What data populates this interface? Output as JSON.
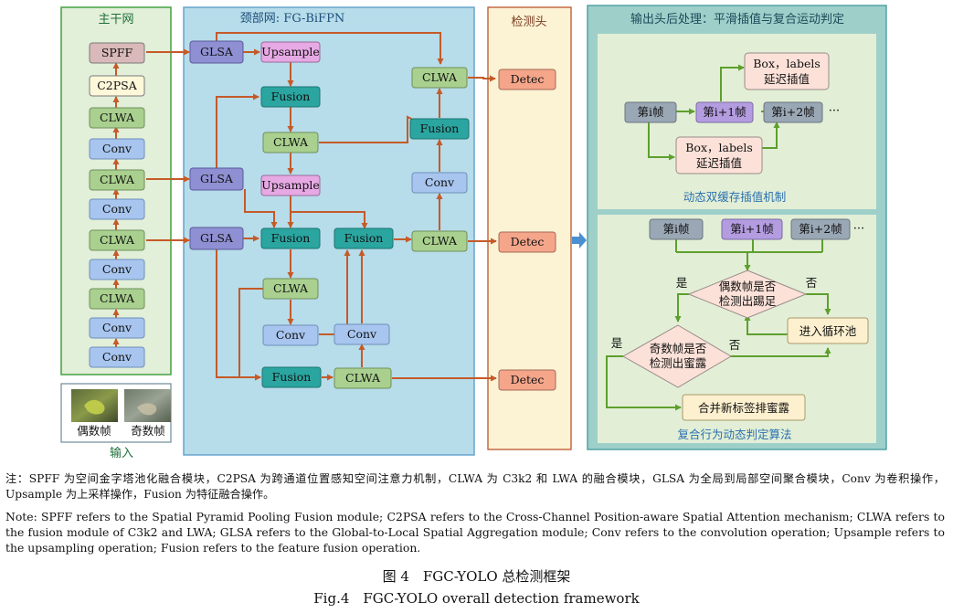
{
  "sections": {
    "backbone": "主干网",
    "neck": "颈部网: FG-BiFPN",
    "head": "检测头",
    "post": "输出头后处理：平滑插值与复合运动判定",
    "input": "输入"
  },
  "modules": {
    "spff": "SPFF",
    "c2psa": "C2PSA",
    "clwa": "CLWA",
    "conv": "Conv",
    "glsa": "GLSA",
    "upsample": "Upsample",
    "fusion": "Fusion",
    "detec": "Detec"
  },
  "inputs": {
    "even": "偶数帧",
    "odd": "奇数帧"
  },
  "post": {
    "buffer": {
      "title": "动态双缓存插值机制",
      "frame_i": "第i帧",
      "frame_i1": "第i+1帧",
      "frame_i2": "第i+2帧",
      "dots": "···",
      "box_line1": "Box，labels",
      "box_line2": "延迟插值"
    },
    "algo": {
      "title": "复合行为动态判定算法",
      "frame_i": "第i帧",
      "frame_i1": "第i+1帧",
      "frame_i2": "第i+2帧",
      "dots": "···",
      "even_q1": "偶数帧是否",
      "even_q2": "检测出踢足",
      "odd_q1": "奇数帧是否",
      "odd_q2": "检测出蜜露",
      "yes": "是",
      "no": "否",
      "loop_pool": "进入循环池",
      "merge": "合并新标签排蜜露"
    }
  },
  "note_zh": "注：SPFF 为空间金字塔池化融合模块，C2PSA 为跨通道位置感知空间注意力机制，CLWA 为 C3k2 和 LWA 的融合模块，GLSA 为全局到局部空间聚合模块，Conv 为卷积操作，Upsample 为上采样操作，Fusion 为特征融合操作。",
  "note_en": "Note: SPFF refers to the Spatial Pyramid Pooling Fusion module; C2PSA refers to the Cross-Channel Position-aware Spatial Attention mechanism; CLWA refers to the fusion module of C3k2 and LWA; GLSA refers to the Global-to-Local Spatial Aggregation module; Conv refers to the convolution operation; Upsample refers to the upsampling operation; Fusion refers to the feature fusion operation.",
  "caption_zh": "图 4　FGC-YOLO 总检测框架",
  "caption_en": "Fig.4　FGC-YOLO overall detection framework",
  "colors": {
    "backbone_bg": "#e2efd9",
    "backbone_border": "#4ea64a",
    "neck_bg": "#b7dcea",
    "neck_border": "#5f9fc9",
    "head_bg": "#fbf3d4",
    "head_border": "#c0603a",
    "post_bg": "#9ecfc9",
    "post_border": "#4a9ea0",
    "post_inner": "#e2efd6",
    "spff": "#d9b9b9",
    "c2psa": "#fdf8d9",
    "clwa": "#a9d08e",
    "conv": "#a7c5ef",
    "glsa": "#8f8fd3",
    "upsample": "#e6a9e4",
    "fusion": "#2aa5a0",
    "detec": "#f4a58a",
    "frame_i": "#9aa7b5",
    "frame_i1": "#b49ce0",
    "frame_i2": "#9aa7b5",
    "pink": "#fbe1d8",
    "cream": "#fdf0cf",
    "arrow": "#c55a28",
    "green_arrow": "#5e9f2e"
  }
}
